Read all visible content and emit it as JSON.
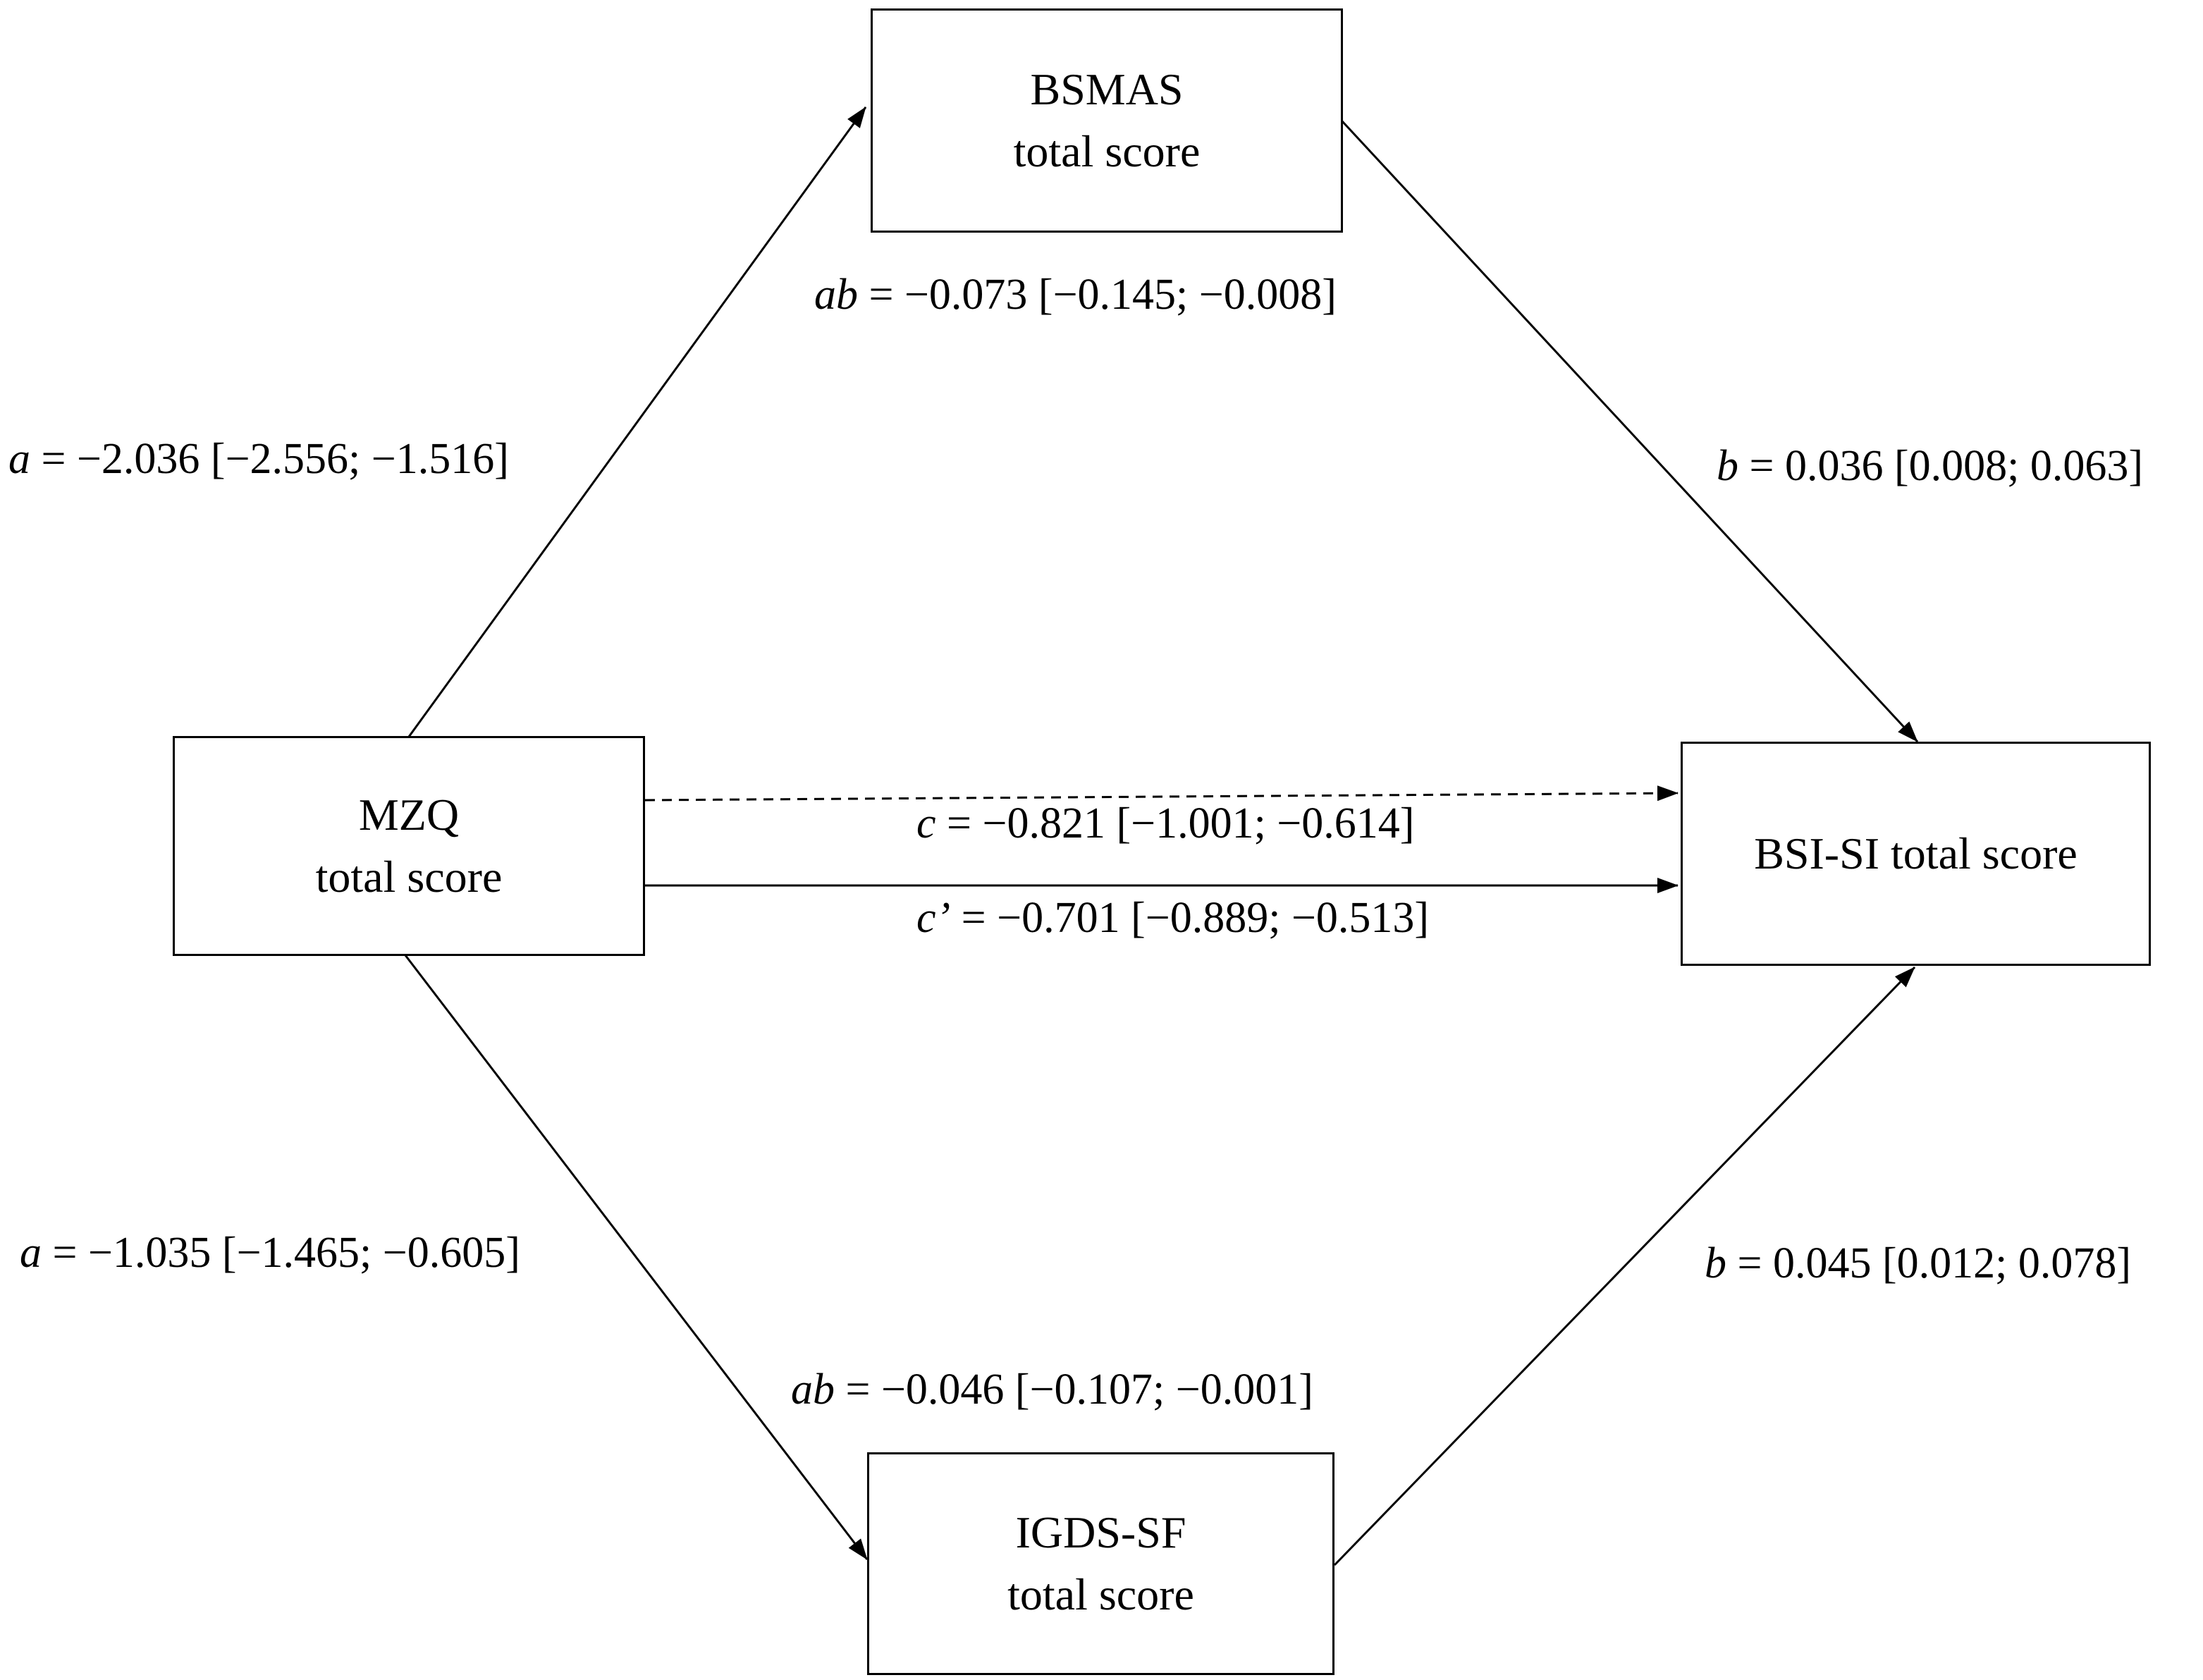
{
  "nodes": {
    "mzq": {
      "line1": "MZQ",
      "line2": "total score"
    },
    "bsmas": {
      "line1": "BSMAS",
      "line2": "total score"
    },
    "igds": {
      "line1": "IGDS-SF",
      "line2": "total score"
    },
    "bsi": {
      "line1": "BSI-SI total score"
    }
  },
  "paths": {
    "a_top": {
      "symbol": "a",
      "text": " = −2.036 [−2.556; −1.516]"
    },
    "ab_top": {
      "symbol": "ab",
      "text": " = −0.073 [−0.145; −0.008]"
    },
    "b_top": {
      "symbol": "b",
      "text": " = 0.036 [0.008; 0.063]"
    },
    "c_total": {
      "symbol": "c",
      "text": " = −0.821 [−1.001; −0.614]"
    },
    "c_direct": {
      "symbol": "c’",
      "text": " = −0.701 [−0.889; −0.513]"
    },
    "a_bottom": {
      "symbol": "a",
      "text": " = −1.035 [−1.465; −0.605]"
    },
    "ab_bottom": {
      "symbol": "ab",
      "text": " = −0.046 [−0.107; −0.001]"
    },
    "b_bottom": {
      "symbol": "b",
      "text": " = 0.045 [0.012; 0.078]"
    }
  },
  "edges": [
    {
      "from": "MZQ",
      "to": "BSMAS",
      "style": "solid"
    },
    {
      "from": "BSMAS",
      "to": "BSI-SI",
      "style": "solid"
    },
    {
      "from": "MZQ",
      "to": "BSI-SI",
      "style": "dashed"
    },
    {
      "from": "MZQ",
      "to": "BSI-SI",
      "style": "solid"
    },
    {
      "from": "MZQ",
      "to": "IGDS-SF",
      "style": "solid"
    },
    {
      "from": "IGDS-SF",
      "to": "BSI-SI",
      "style": "solid"
    }
  ]
}
